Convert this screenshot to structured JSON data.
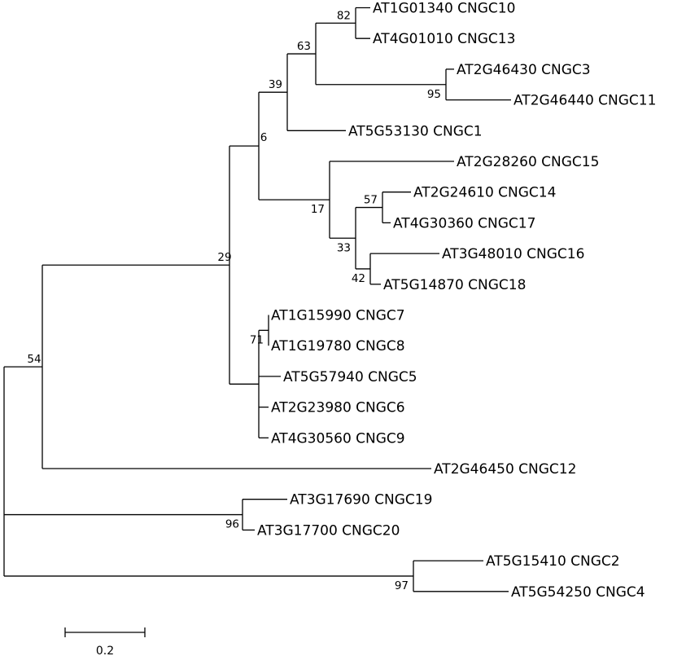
{
  "tree": {
    "id": "root",
    "children": [
      {
        "id": "n54",
        "support": "54",
        "children": [
          {
            "id": "n29",
            "support": "29",
            "children": [
              {
                "id": "n6",
                "support": "6",
                "children": [
                  {
                    "id": "n39",
                    "support": "39",
                    "children": [
                      {
                        "id": "n63",
                        "support": "63",
                        "children": [
                          {
                            "id": "n82",
                            "support": "82",
                            "children": [
                              {
                                "label": "AT1G01340 CNGC10"
                              },
                              {
                                "label": "AT4G01010 CNGC13"
                              }
                            ]
                          },
                          {
                            "id": "n95",
                            "support": "95",
                            "children": [
                              {
                                "label": "AT2G46430 CNGC3"
                              },
                              {
                                "label": "AT2G46440 CNGC11"
                              }
                            ]
                          }
                        ]
                      },
                      {
                        "label": "AT5G53130 CNGC1"
                      }
                    ]
                  },
                  {
                    "id": "n17",
                    "support": "17",
                    "children": [
                      {
                        "label": "AT2G28260 CNGC15"
                      },
                      {
                        "id": "n33",
                        "support": "33",
                        "children": [
                          {
                            "id": "n57",
                            "support": "57",
                            "children": [
                              {
                                "label": "AT2G24610 CNGC14"
                              },
                              {
                                "label": "AT4G30360 CNGC17"
                              }
                            ]
                          },
                          {
                            "id": "n42",
                            "support": "42",
                            "children": [
                              {
                                "label": "AT3G48010 CNGC16"
                              },
                              {
                                "label": "AT5G14870 CNGC18"
                              }
                            ]
                          }
                        ]
                      }
                    ]
                  }
                ]
              },
              {
                "id": "nPoly",
                "children": [
                  {
                    "id": "n71",
                    "support": "71",
                    "children": [
                      {
                        "label": "AT1G15990 CNGC7"
                      },
                      {
                        "label": "AT1G19780 CNGC8"
                      }
                    ]
                  },
                  {
                    "label": "AT5G57940 CNGC5"
                  },
                  {
                    "label": "AT2G23980 CNGC6"
                  },
                  {
                    "label": "AT4G30560 CNGC9"
                  }
                ]
              }
            ]
          },
          {
            "label": "AT2G46450 CNGC12"
          }
        ]
      },
      {
        "id": "n96",
        "support": "96",
        "children": [
          {
            "label": "AT3G17690 CNGC19"
          },
          {
            "label": "AT3G17700 CNGC20"
          }
        ]
      },
      {
        "id": "n97",
        "support": "97",
        "children": [
          {
            "label": "AT5G15410 CNGC2"
          },
          {
            "label": "AT5G54250 CNGC4"
          }
        ]
      }
    ]
  },
  "scale_bar": {
    "value": 0.2,
    "label": "0.2"
  }
}
